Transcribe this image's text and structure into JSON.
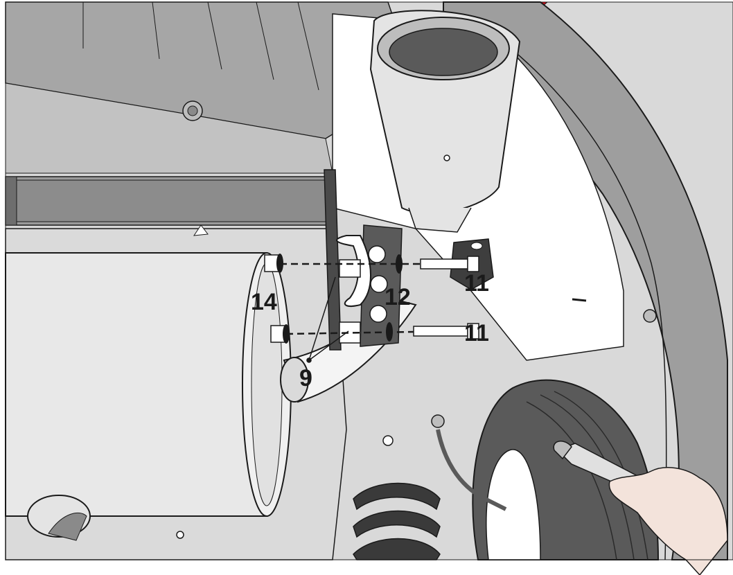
{
  "callouts": {
    "label_11_upper": "11",
    "label_11_lower": "11",
    "label_12": "12",
    "label_14": "14",
    "label_9": "9"
  },
  "colors": {
    "line": "#1a1a1a",
    "panel_dark": "#9a9a9a",
    "panel_light": "#dcdcdc",
    "part_white": "#ffffff",
    "part_grey": "#c6c6c6",
    "bumper_red": "#d0101a",
    "tyre": "#5a5a5a",
    "bracket_dark": "#3e3e3e",
    "skin": "#f3e3db"
  }
}
